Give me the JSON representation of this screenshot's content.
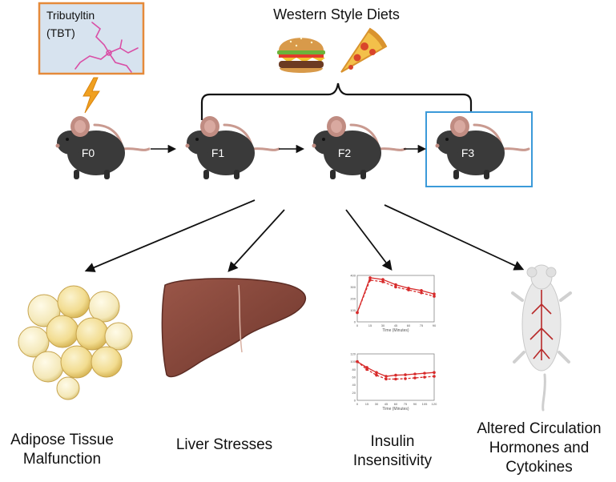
{
  "title": "Western Style Diets",
  "tbt": {
    "line1": "Tributyltin",
    "line2": "(TBT)"
  },
  "generations": [
    "F0",
    "F1",
    "F2",
    "F3"
  ],
  "outcomes": {
    "adipose": [
      "Adipose Tissue",
      "Malfunction"
    ],
    "liver": [
      "Liver Stresses"
    ],
    "insulin": [
      "Insulin",
      "Insensitivity"
    ],
    "circulation": [
      "Altered Circulation",
      "Hormones and",
      "Cytokines"
    ]
  },
  "mini_charts": {
    "top": {
      "xlabel": "Time (Minutes)",
      "ytick_labels": [
        "0",
        "100",
        "200",
        "300",
        "400"
      ],
      "xtick_labels": [
        "0",
        "15",
        "30",
        "45",
        "60",
        "75",
        "90"
      ]
    },
    "bottom": {
      "xlabel": "Time (Minutes)",
      "ytick_labels": [
        "0",
        "20",
        "40",
        "60",
        "80",
        "100",
        "120"
      ],
      "xtick_labels": [
        "0",
        "15",
        "30",
        "45",
        "60",
        "75",
        "90",
        "105",
        "120"
      ]
    }
  },
  "chart_data": [
    {
      "type": "line",
      "xlabel": "Time (Minutes)",
      "x": [
        0,
        15,
        30,
        45,
        60,
        75,
        90
      ],
      "ylim": [
        0,
        400
      ],
      "series": [
        {
          "values": [
            80,
            380,
            365,
            320,
            290,
            270,
            240
          ]
        },
        {
          "values": [
            80,
            360,
            345,
            300,
            275,
            250,
            220
          ]
        }
      ]
    },
    {
      "type": "line",
      "xlabel": "Time (Minutes)",
      "x": [
        0,
        15,
        30,
        45,
        60,
        75,
        90,
        105,
        120
      ],
      "ylim": [
        0,
        120
      ],
      "series": [
        {
          "values": [
            100,
            85,
            72,
            62,
            65,
            66,
            68,
            70,
            72
          ]
        },
        {
          "values": [
            100,
            80,
            65,
            55,
            55,
            56,
            58,
            60,
            62
          ]
        }
      ]
    }
  ],
  "colors": {
    "accent_red": "#d72b2b",
    "tbt_border": "#e58a3a",
    "tbt_bg": "#d7e3ef",
    "molecule": "#d94fa6",
    "lightning": "#f0a020",
    "f3_box": "#3b9ad9",
    "mouse_body": "#3a3a3a",
    "mouse_ear": "#c08c82",
    "liver": "#8a4a3e",
    "fat_cell": "#f3e2a2"
  }
}
